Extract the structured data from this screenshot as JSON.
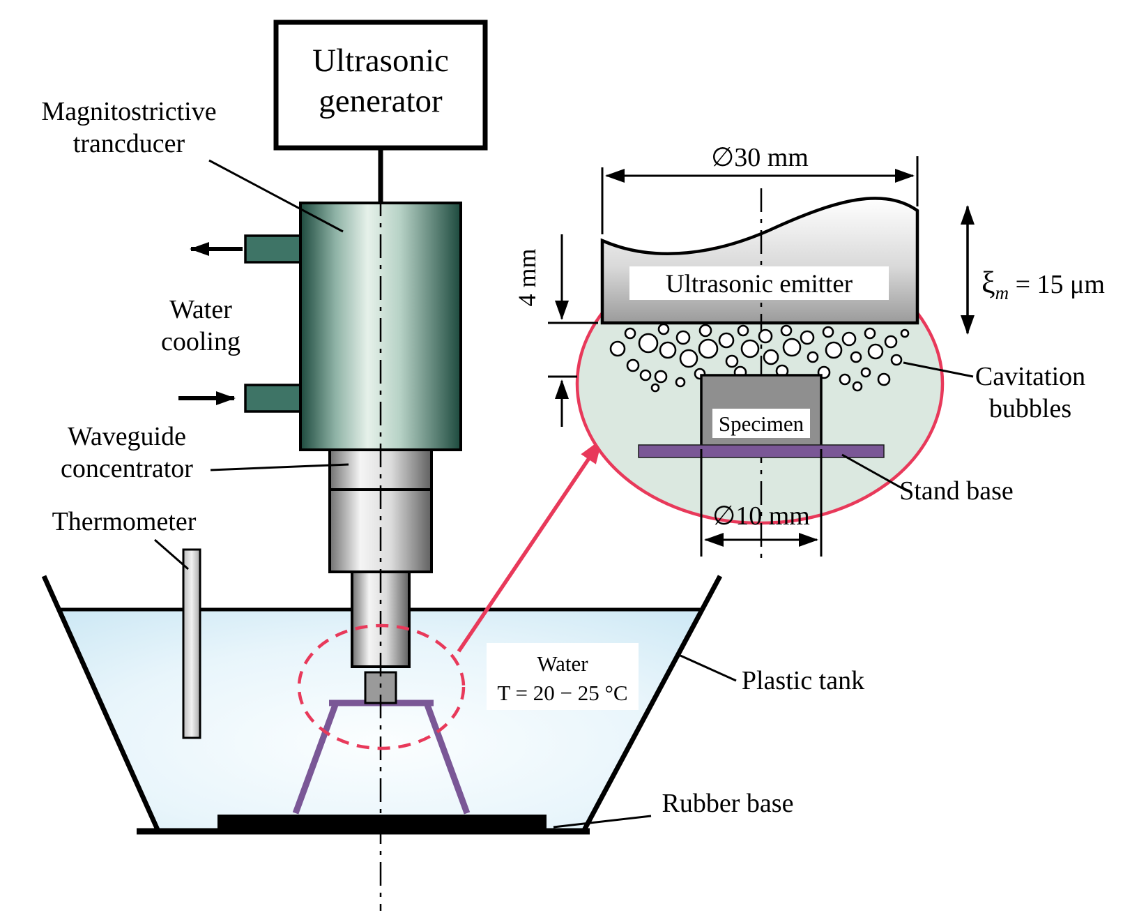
{
  "title": "Ultrasonic cavitation erosion test rig diagram",
  "apparatus": {
    "generator": {
      "line1": "Ultrasonic",
      "line2": "generator"
    },
    "transducer": {
      "line1": "Magnitostrictive",
      "line2": "trancducer"
    },
    "water_cooling": {
      "line1": "Water",
      "line2": "cooling"
    },
    "waveguide": {
      "line1": "Waveguide",
      "line2": "concentrator"
    },
    "thermometer": "Thermometer",
    "plastic_tank": "Plastic tank",
    "rubber_base": "Rubber base",
    "water_note": {
      "line1": "Water",
      "line2": "T = 20 − 25 °C"
    }
  },
  "detail": {
    "emitter_diameter": "∅30 mm",
    "emitter": "Ultrasonic emitter",
    "gap_height": "4 mm",
    "amplitude": {
      "symbol": "ξ",
      "subscript": "m",
      "value": " = 15 μm"
    },
    "cavitation": {
      "line1": "Cavitation",
      "line2": "bubbles"
    },
    "specimen": "Specimen",
    "stand_base": "Stand base",
    "specimen_diameter": "∅10 mm"
  },
  "colors": {
    "accent_red": "#e8395a",
    "transducer_green": "#1d4a3e",
    "pipe_green": "#3e7466",
    "stand_purple": "#7a5796",
    "water_blue": "#cfe9f5",
    "detail_fill": "#dbe8e0",
    "specimen_gray": "#8f8f8f"
  }
}
